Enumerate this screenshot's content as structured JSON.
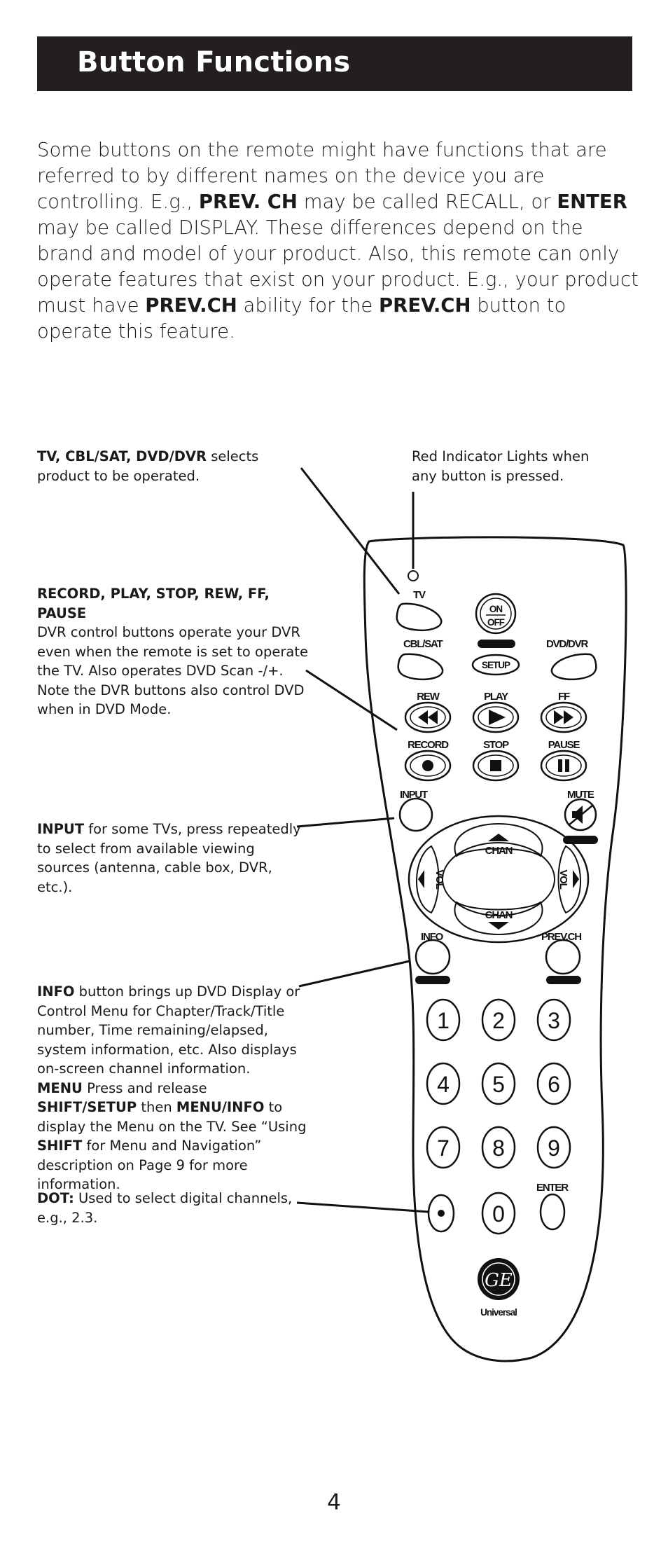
{
  "header": {
    "title": "Button Functions"
  },
  "intro": {
    "p1": "Some buttons on the remote might have functions that are referred to by different names on the device you are controlling. E.g., ",
    "b1": "PREV. CH",
    "p2": " may be called RECALL, or ",
    "b2": "ENTER",
    "p3": " may be called DISPLAY. These differences depend on the brand and model of your product. Also, this remote can only operate features that exist on your product. E.g., your product must have ",
    "b3": "PREV.CH",
    "p4": " ability for the ",
    "b4": "PREV.CH",
    "p5": " button to operate this feature."
  },
  "annotations": {
    "product": {
      "bold": "TV, CBL/SAT, DVD/DVR",
      "text": " selects product to be operated."
    },
    "indicator": {
      "text": "Red Indicator Lights when any button is pressed."
    },
    "dvr": {
      "bold": "RECORD, PLAY, STOP, REW, FF, PAUSE",
      "text": "DVR control buttons operate your DVR even when the remote is set to operate the TV. Also operates DVD Scan -/+. Note the DVR buttons also control DVD when in DVD Mode."
    },
    "input": {
      "bold": "INPUT",
      "text": " for some TVs, press repeatedly to select from available viewing sources (antenna, cable box, DVR, etc.)."
    },
    "info": {
      "bold1": "INFO",
      "text1": " button brings up DVD Display or Control Menu for Chapter/Track/Title number, Time remaining/elapsed, system information, etc. Also displays on-screen channel information.",
      "bold2": "MENU",
      "text2": " Press and release ",
      "bold3": "SHIFT/SETUP",
      "text3": " then ",
      "bold4": "MENU/INFO",
      "text4": " to display the Menu on the TV. See “Using ",
      "bold5": "SHIFT",
      "text5": " for Menu and Navigation” description on Page 9 for more information."
    },
    "dot": {
      "bold": "DOT:",
      "text": " Used to select digital channels, e.g., 2.3."
    }
  },
  "remote": {
    "labels": {
      "tv": "TV",
      "on": "ON",
      "off": "OFF",
      "cbl_sat": "CBL/SAT",
      "dvd_dvr": "DVD/DVR",
      "setup": "SETUP",
      "rew": "REW",
      "play": "PLAY",
      "ff": "FF",
      "record": "RECORD",
      "stop": "STOP",
      "pause": "PAUSE",
      "input": "INPUT",
      "mute": "MUTE",
      "chan_up": "CHAN",
      "chan_down": "CHAN",
      "vol_left": "VOL",
      "vol_right": "VOL",
      "info": "INFO",
      "prev_ch": "PREV.CH",
      "enter": "ENTER",
      "dot": "•",
      "brand": "Universal"
    },
    "digits": [
      "1",
      "2",
      "3",
      "4",
      "5",
      "6",
      "7",
      "8",
      "9",
      "0"
    ]
  },
  "page_number": "4"
}
